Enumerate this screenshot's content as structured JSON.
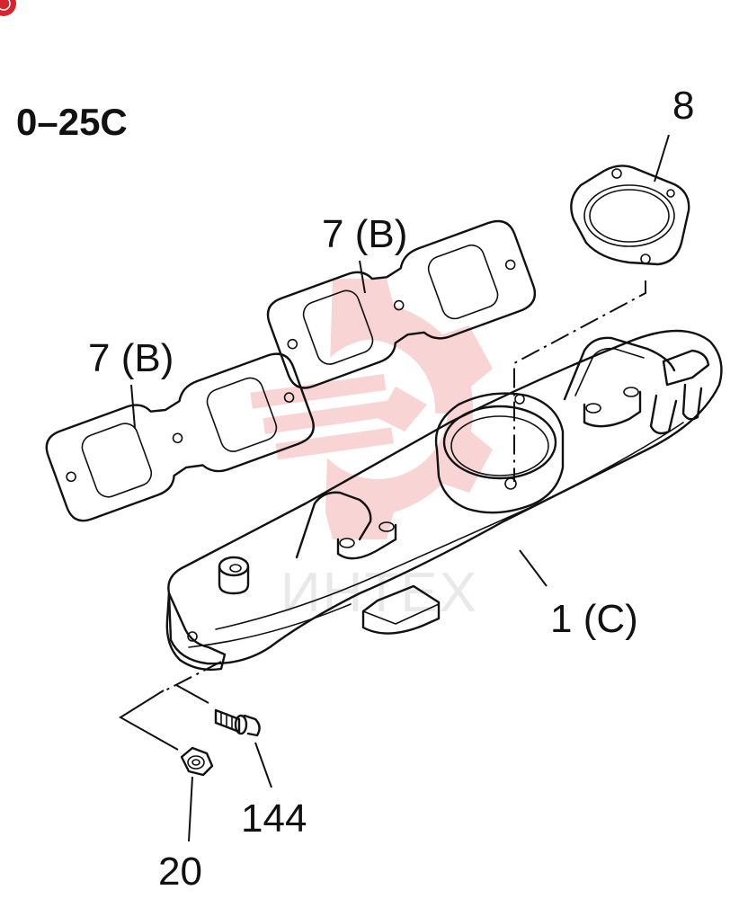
{
  "diagram": {
    "title": "0–25C",
    "watermark_text": "ИНТЕХ",
    "colors": {
      "ink": "#111111",
      "watermark": "#f3b2b4",
      "corner_badge": "#d9232d"
    },
    "callouts": {
      "exhaust_gasket": "8",
      "gasket_upper": "7 (B)",
      "gasket_lower": "7 (B)",
      "manifold": "1 (C)",
      "bolt": "144",
      "nut": "20"
    }
  }
}
